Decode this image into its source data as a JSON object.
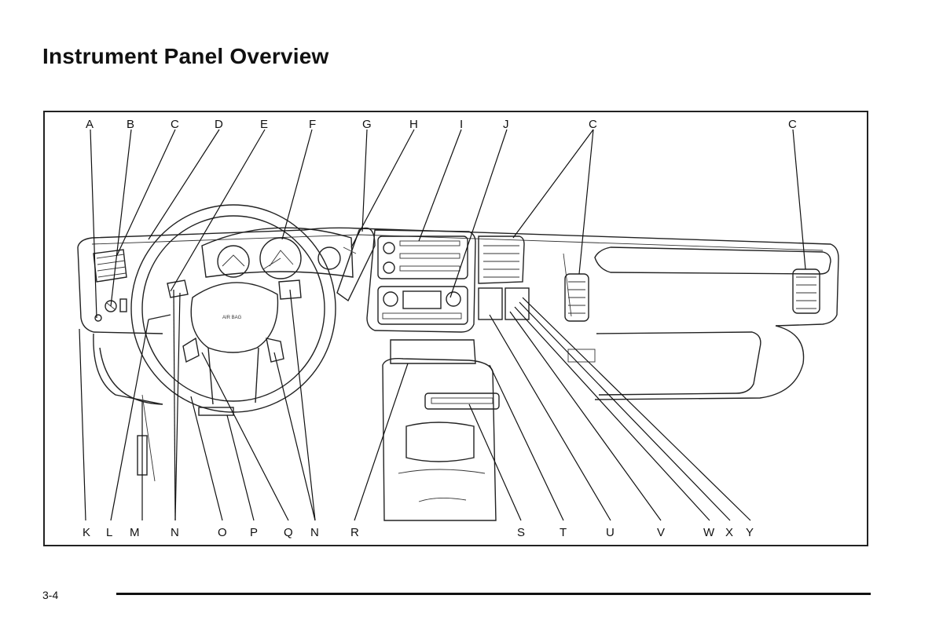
{
  "page": {
    "title": "Instrument Panel Overview",
    "page_number": "3-4"
  },
  "figure": {
    "airbag_text": "AIR BAG",
    "top_callouts": [
      {
        "id": "A",
        "label": "A"
      },
      {
        "id": "B",
        "label": "B"
      },
      {
        "id": "C1",
        "label": "C"
      },
      {
        "id": "D",
        "label": "D"
      },
      {
        "id": "E",
        "label": "E"
      },
      {
        "id": "F",
        "label": "F"
      },
      {
        "id": "G",
        "label": "G"
      },
      {
        "id": "H",
        "label": "H"
      },
      {
        "id": "I",
        "label": "I"
      },
      {
        "id": "J",
        "label": "J"
      },
      {
        "id": "C2",
        "label": "C"
      },
      {
        "id": "C3",
        "label": "C"
      }
    ],
    "bottom_callouts": [
      {
        "id": "K",
        "label": "K"
      },
      {
        "id": "L",
        "label": "L"
      },
      {
        "id": "M",
        "label": "M"
      },
      {
        "id": "N1",
        "label": "N"
      },
      {
        "id": "O",
        "label": "O"
      },
      {
        "id": "P",
        "label": "P"
      },
      {
        "id": "Q",
        "label": "Q"
      },
      {
        "id": "N2",
        "label": "N"
      },
      {
        "id": "R",
        "label": "R"
      },
      {
        "id": "S",
        "label": "S"
      },
      {
        "id": "T",
        "label": "T"
      },
      {
        "id": "U",
        "label": "U"
      },
      {
        "id": "V",
        "label": "V"
      },
      {
        "id": "W",
        "label": "W"
      },
      {
        "id": "X",
        "label": "X"
      },
      {
        "id": "Y",
        "label": "Y"
      }
    ]
  }
}
